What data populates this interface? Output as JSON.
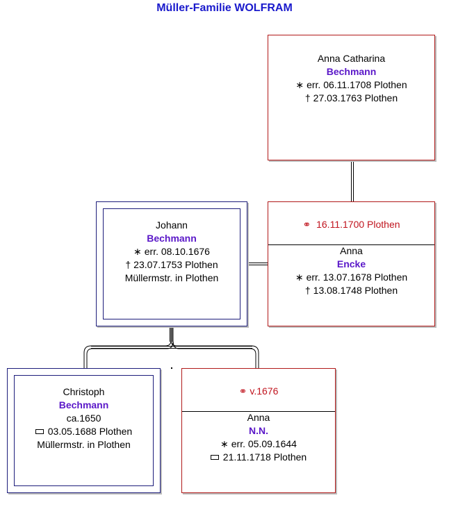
{
  "title": "Müller-Familie WOLFRAM",
  "persons": {
    "anna_catharina": {
      "given": "Anna Catharina",
      "surname": "Bechmann",
      "birth": "err. 06.11.1708 Plothen",
      "death": "27.03.1763 Plothen"
    },
    "johann": {
      "given": "Johann",
      "surname": "Bechmann",
      "birth": "err. 08.10.1676",
      "death": "23.07.1753 Plothen",
      "occupation": "Müllermstr. in Plothen"
    },
    "anna_encke": {
      "marriage": "16.11.1700 Plothen",
      "given": "Anna",
      "surname": "Encke",
      "birth": "err. 13.07.1678 Plothen",
      "death": "13.08.1748 Plothen"
    },
    "christoph": {
      "given": "Christoph",
      "surname": "Bechmann",
      "born": "ca.1650",
      "burial": "03.05.1688 Plothen",
      "occupation": "Müllermstr. in Plothen"
    },
    "anna_nn": {
      "marriage": "v.1676",
      "given": "Anna",
      "surname": "N.N.",
      "birth": "err. 05.09.1644",
      "burial": "21.11.1718 Plothen"
    }
  },
  "symbols": {
    "birth": "∗",
    "death": "†",
    "marriage": "⚭",
    "burial": "coffin-icon"
  },
  "colors": {
    "title": "#1a1acc",
    "surname": "#5a17c8",
    "female_border": "#b01818",
    "male_border": "#1c1c7a",
    "marriage_text": "#c0141e"
  }
}
